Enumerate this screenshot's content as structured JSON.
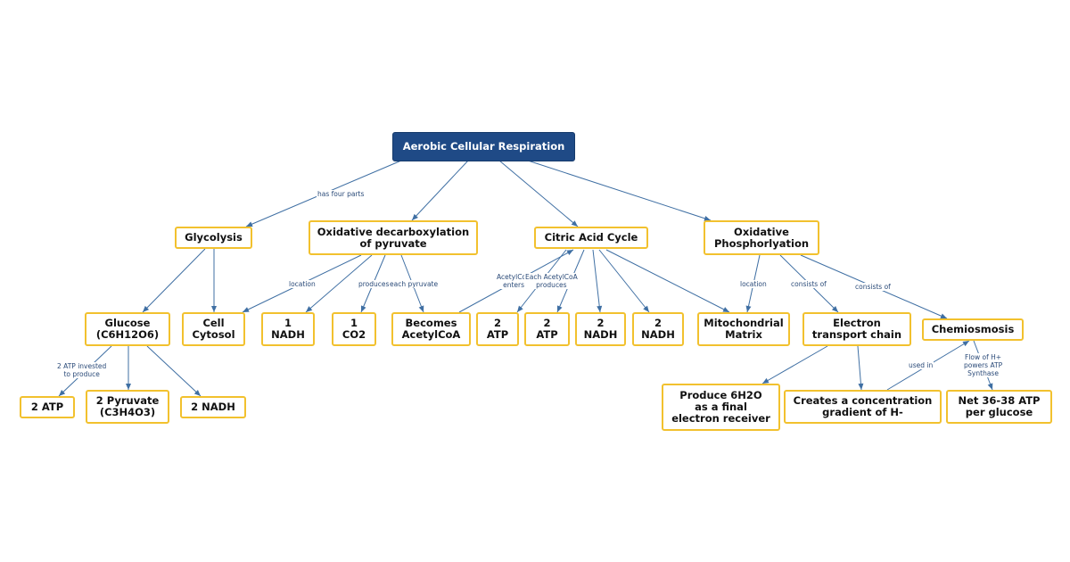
{
  "colors": {
    "root_fill": "#1f4a86",
    "node_border": "#f2c12e",
    "edge": "#3f6fa3",
    "label_text": "#2a4a78"
  },
  "nodes": {
    "root": "Aerobic Cellular Respiration",
    "glycolysis": "Glycolysis",
    "oxidative_decarboxylation": "Oxidative decarboxylation\nof pyruvate",
    "citric_acid_cycle": "Citric Acid Cycle",
    "oxidative_phosphorlyation": "Oxidative\nPhosphorlyation",
    "glucose": "Glucose\n(C6H12O6)",
    "cell_cytosol": "Cell\nCytosol",
    "nadh_1": "1\nNADH",
    "co2_1": "1\nCO2",
    "becomes_acetylcoa": "Becomes\nAcetylCoA",
    "atp_2a": "2\nATP",
    "atp_2b": "2\nATP",
    "nadh_2a": "2\nNADH",
    "nadh_2b": "2\nNADH",
    "mitochondrial_matrix": "Mitochondrial\nMatrix",
    "electron_transport_chain": "Electron\ntransport chain",
    "chemiosmosis": "Chemiosmosis",
    "glycolysis_2atp": "2 ATP",
    "pyruvate_2": "2 Pyruvate\n(C3H4O3)",
    "glycolysis_2nadh": "2 NADH",
    "produce_h2o": "Produce 6H2O\nas a final\nelectron receiver",
    "concentration_gradient": "Creates a concentration\ngradient of H-",
    "net_atp": "Net 36-38 ATP\nper glucose"
  },
  "edge_labels": {
    "has_four_parts": "has four parts",
    "location_1": "location",
    "produces": "produces",
    "each_pyruvate": "each pyruvate",
    "acetylcoa_enters": "AcetylCoA\nenters",
    "each_acetylcoa_produces": "Each AcetylCoA\nproduces",
    "location_2": "location",
    "consists_of_1": "consists of",
    "consists_of_2": "consists of",
    "atp_invested": "2 ATP invested\nto produce",
    "used_in": "used in",
    "flow_of_h": "Flow of H+\npowers ATP\nSynthase"
  }
}
